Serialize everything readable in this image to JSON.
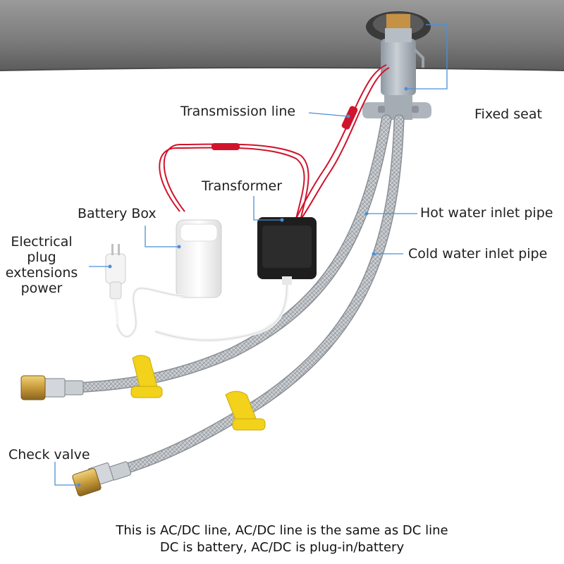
{
  "labels": {
    "transmission_line": "Transmission line",
    "fixed_seat": "Fixed seat",
    "transformer": "Transformer",
    "battery_box": "Battery Box",
    "hot_water_inlet_pipe": "Hot water inlet pipe",
    "cold_water_inlet_pipe": "Cold water inlet pipe",
    "electrical_plug": [
      "Electrical",
      "plug",
      "extensions",
      "power"
    ],
    "check_valve": "Check valve"
  },
  "footer": {
    "line1": "This is AC/DC line, AC/DC line is the same as DC line",
    "line2": "DC is battery, AC/DC is plug-in/battery"
  },
  "colors": {
    "countertop": "#7f7f7f",
    "leader_line": "#4a90d9",
    "wire_red": "#d0142c",
    "hose_steel": "#b8bcc0",
    "brass": "#c9a24a",
    "clip_yellow": "#f2d21a",
    "transformer_black": "#1e1e1e",
    "battery_white": "#f4f4f4",
    "fixed_seat_gray": "#a9b0b8"
  }
}
